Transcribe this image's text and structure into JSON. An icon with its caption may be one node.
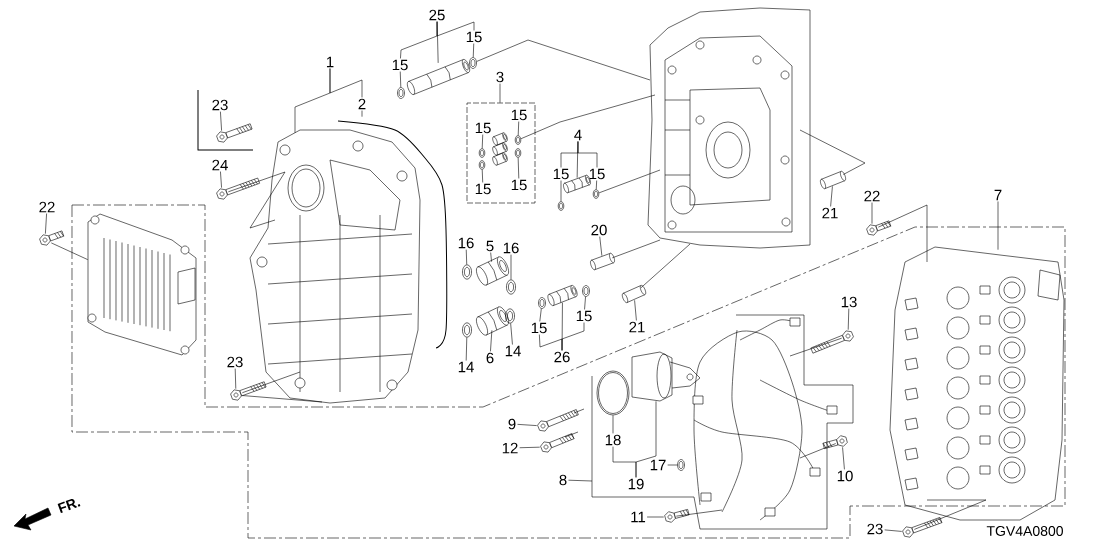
{
  "diagram": {
    "nodes": [
      {
        "text": [
          "1"
        ]
      },
      {
        "text": [],
        "shape": "picture"
      },
      {
        "text": [
          "2"
        ]
      },
      {
        "text": [],
        "shape": "picture"
      },
      {
        "text": [
          "23"
        ]
      },
      {
        "text": [],
        "shape": "picture"
      },
      {
        "text": [
          "24"
        ]
      },
      {
        "text": [],
        "shape": "picture"
      },
      {
        "text": [
          "22"
        ]
      },
      {
        "text": [],
        "shape": "picture"
      },
      {
        "text": [
          "25"
        ]
      },
      {
        "text": [],
        "shape": "picture"
      },
      {
        "text": [
          "15"
        ]
      },
      {
        "text": [],
        "shape": "picture"
      },
      {
        "text": [
          "15"
        ]
      },
      {
        "text": [],
        "shape": "picture"
      },
      {
        "text": [
          "3"
        ]
      },
      {
        "text": [],
        "shape": "box"
      },
      {
        "text": [
          "15"
        ],
        "in": 17
      },
      {
        "text": [],
        "shape": "picture",
        "in": 17
      },
      {
        "text": [
          "15"
        ],
        "in": 17
      },
      {
        "text": [],
        "shape": "picture",
        "in": 17
      },
      {
        "text": [
          "15"
        ],
        "in": 17
      },
      {
        "text": [],
        "shape": "picture",
        "in": 17
      },
      {
        "text": [
          "15"
        ],
        "in": 17
      },
      {
        "text": [],
        "shape": "picture",
        "in": 17
      },
      {
        "text": [
          "4"
        ]
      },
      {
        "text": [],
        "shape": "picture"
      },
      {
        "text": [
          "15"
        ]
      },
      {
        "text": [],
        "shape": "picture"
      },
      {
        "text": [
          "15"
        ]
      },
      {
        "text": [],
        "shape": "picture"
      },
      {
        "text": [
          "21"
        ]
      },
      {
        "text": [],
        "shape": "picture"
      },
      {
        "text": [
          "20"
        ]
      },
      {
        "text": [],
        "shape": "picture"
      },
      {
        "text": [
          "22"
        ]
      },
      {
        "text": [],
        "shape": "picture"
      },
      {
        "text": [
          "7"
        ]
      },
      {
        "text": [],
        "shape": "picture"
      },
      {
        "text": [
          "16"
        ]
      },
      {
        "text": [],
        "shape": "picture"
      },
      {
        "text": [
          "5"
        ]
      },
      {
        "text": [],
        "shape": "picture"
      },
      {
        "text": [
          "16"
        ]
      },
      {
        "text": [],
        "shape": "picture"
      },
      {
        "text": [
          "14"
        ]
      },
      {
        "text": [],
        "shape": "picture"
      },
      {
        "text": [
          "6"
        ]
      },
      {
        "text": [],
        "shape": "picture"
      },
      {
        "text": [
          "14"
        ]
      },
      {
        "text": [],
        "shape": "picture"
      },
      {
        "text": [
          "15"
        ]
      },
      {
        "text": [],
        "shape": "picture"
      },
      {
        "text": [
          "26"
        ]
      },
      {
        "text": [],
        "shape": "picture"
      },
      {
        "text": [
          "15"
        ]
      },
      {
        "text": [],
        "shape": "picture"
      },
      {
        "text": [
          "21"
        ]
      },
      {
        "text": [],
        "shape": "picture"
      },
      {
        "text": [
          "13"
        ]
      },
      {
        "text": [],
        "shape": "picture"
      },
      {
        "text": [
          "23"
        ]
      },
      {
        "text": [],
        "shape": "picture"
      },
      {
        "text": [
          "9"
        ]
      },
      {
        "text": [],
        "shape": "picture"
      },
      {
        "text": [
          "12"
        ]
      },
      {
        "text": [],
        "shape": "picture"
      },
      {
        "text": [
          "18"
        ]
      },
      {
        "text": [],
        "shape": "picture"
      },
      {
        "text": [
          "19"
        ]
      },
      {
        "text": [],
        "shape": "picture"
      },
      {
        "text": [
          "17"
        ]
      },
      {
        "text": [],
        "shape": "picture"
      },
      {
        "text": [
          "8"
        ]
      },
      {
        "text": [],
        "shape": "picture"
      },
      {
        "text": [
          "10"
        ]
      },
      {
        "text": [],
        "shape": "picture"
      },
      {
        "text": [
          "11"
        ]
      },
      {
        "text": [],
        "shape": "picture"
      },
      {
        "text": [
          "23"
        ]
      },
      {
        "text": [],
        "shape": "picture"
      },
      {
        "text": [],
        "shape": "picture"
      },
      {
        "text": [],
        "shape": "picture"
      }
    ],
    "edges": [
      {
        "from": 0,
        "to": 1,
        "arrow": "none"
      },
      {
        "from": 2,
        "to": 3,
        "arrow": "none"
      },
      {
        "from": 4,
        "to": 5,
        "arrow": "none"
      },
      {
        "from": 6,
        "to": 7,
        "arrow": "none"
      },
      {
        "from": 8,
        "to": 9,
        "arrow": "none"
      },
      {
        "from": 10,
        "to": 11,
        "arrow": "none"
      },
      {
        "from": 12,
        "to": 13,
        "arrow": "none"
      },
      {
        "from": 14,
        "to": 15,
        "arrow": "none"
      },
      {
        "from": 16,
        "to": 17,
        "arrow": "none"
      },
      {
        "from": 18,
        "to": 19,
        "arrow": "none"
      },
      {
        "from": 20,
        "to": 21,
        "arrow": "none"
      },
      {
        "from": 22,
        "to": 23,
        "arrow": "none"
      },
      {
        "from": 24,
        "to": 25,
        "arrow": "none"
      },
      {
        "from": 26,
        "to": 27,
        "arrow": "none"
      },
      {
        "from": 28,
        "to": 29,
        "arrow": "none"
      },
      {
        "from": 30,
        "to": 31,
        "arrow": "none"
      },
      {
        "from": 32,
        "to": 33,
        "arrow": "none"
      },
      {
        "from": 34,
        "to": 35,
        "arrow": "none"
      },
      {
        "from": 36,
        "to": 37,
        "arrow": "none"
      },
      {
        "from": 38,
        "to": 39,
        "arrow": "none"
      },
      {
        "from": 40,
        "to": 41,
        "arrow": "none"
      },
      {
        "from": 42,
        "to": 43,
        "arrow": "none"
      },
      {
        "from": 44,
        "to": 45,
        "arrow": "none"
      },
      {
        "from": 46,
        "to": 47,
        "arrow": "none"
      },
      {
        "from": 48,
        "to": 49,
        "arrow": "none"
      },
      {
        "from": 50,
        "to": 51,
        "arrow": "none"
      },
      {
        "from": 52,
        "to": 53,
        "arrow": "none"
      },
      {
        "from": 54,
        "to": 55,
        "arrow": "none"
      },
      {
        "from": 56,
        "to": 57,
        "arrow": "none"
      },
      {
        "from": 58,
        "to": 59,
        "arrow": "none"
      },
      {
        "from": 60,
        "to": 61,
        "arrow": "none"
      },
      {
        "from": 62,
        "to": 63,
        "arrow": "none"
      },
      {
        "from": 64,
        "to": 65,
        "arrow": "none"
      },
      {
        "from": 66,
        "to": 67,
        "arrow": "none"
      },
      {
        "from": 68,
        "to": 69,
        "arrow": "none"
      },
      {
        "from": 70,
        "to": 71,
        "arrow": "none"
      },
      {
        "from": 72,
        "to": 73,
        "arrow": "none"
      },
      {
        "from": 74,
        "to": 75,
        "arrow": "none"
      },
      {
        "from": 76,
        "to": 77,
        "arrow": "none"
      },
      {
        "from": 78,
        "to": 79,
        "arrow": "none"
      },
      {
        "from": 80,
        "to": 81,
        "arrow": "none"
      },
      {
        "from": 0,
        "to": 2,
        "arrow": "none"
      },
      {
        "from": 10,
        "to": 12,
        "arrow": "none"
      },
      {
        "from": 10,
        "to": 14,
        "arrow": "none"
      },
      {
        "from": 26,
        "to": 28,
        "arrow": "none"
      },
      {
        "from": 26,
        "to": 30,
        "arrow": "none"
      },
      {
        "from": 54,
        "to": 52,
        "arrow": "none"
      },
      {
        "from": 54,
        "to": 56,
        "arrow": "none"
      },
      {
        "from": 70,
        "to": 68,
        "arrow": "none"
      },
      {
        "from": 9,
        "to": 83,
        "arrow": "none"
      },
      {
        "from": 7,
        "to": 1,
        "arrow": "none"
      },
      {
        "from": 15,
        "to": 82,
        "arrow": "none"
      },
      {
        "from": 23,
        "to": 82,
        "arrow": "none"
      },
      {
        "from": 31,
        "to": 82,
        "arrow": "none"
      },
      {
        "from": 33,
        "to": 82,
        "arrow": "none"
      },
      {
        "from": 35,
        "to": 82,
        "arrow": "none"
      },
      {
        "from": 59,
        "to": 82,
        "arrow": "none"
      },
      {
        "from": 61,
        "to": 75,
        "arrow": "none"
      },
      {
        "from": 63,
        "to": 1,
        "arrow": "none"
      },
      {
        "from": 63,
        "to": 1,
        "arrow": "none"
      },
      {
        "from": 79,
        "to": 75,
        "arrow": "none"
      },
      {
        "from": 77,
        "to": 75,
        "arrow": "none"
      },
      {
        "from": 81,
        "to": 39,
        "arrow": "none"
      },
      {
        "from": 37,
        "to": 39,
        "arrow": "none"
      }
    ],
    "labels": [
      "FR.",
      "TGV4A0800"
    ]
  }
}
